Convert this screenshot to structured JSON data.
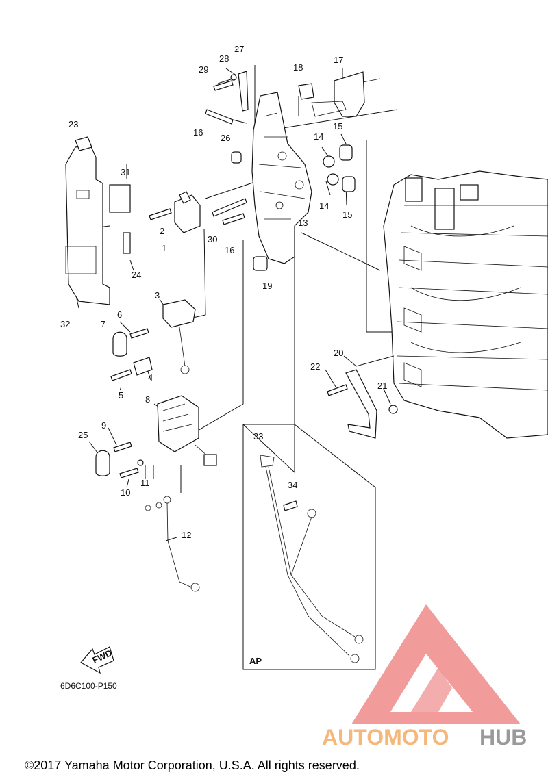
{
  "diagram": {
    "callouts": [
      "1",
      "2",
      "3",
      "4",
      "5",
      "6",
      "7",
      "8",
      "9",
      "10",
      "11",
      "12",
      "13",
      "14",
      "14",
      "15",
      "15",
      "16",
      "16",
      "17",
      "18",
      "19",
      "20",
      "21",
      "22",
      "23",
      "24",
      "25",
      "26",
      "27",
      "28",
      "29",
      "30",
      "31",
      "32",
      "33",
      "34"
    ],
    "inset_label": "AP",
    "direction_label": "FWD",
    "diagram_code": "6D6C100-P150"
  },
  "watermark": {
    "text_part1": "AUTOMOTO",
    "text_part2": "HUB",
    "colors": {
      "triangle": "#f08a8a",
      "part1": "#f5b77a",
      "part2": "#9a9a9a"
    }
  },
  "footer": {
    "copyright": "©2017 Yamaha Motor Corporation, U.S.A. All rights reserved."
  }
}
